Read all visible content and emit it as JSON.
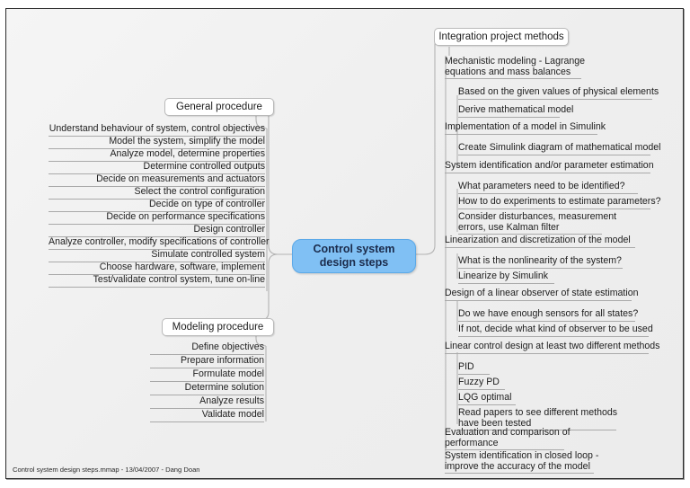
{
  "document": {
    "footer": "Control system design steps.mmap - 13/04/2007 - Dang Doan",
    "accent_color": "#80c0f4",
    "canvas_color": "#f1f1f1",
    "line_color": "#a9a9a9"
  },
  "central": {
    "label": "Control system\ndesign steps",
    "line1": "Control system",
    "line2": "design steps"
  },
  "branches": [
    {
      "id": "general-procedure",
      "label": "General procedure",
      "side": "left",
      "items": [
        {
          "text": "Understand behaviour of system, control objectives"
        },
        {
          "text": "Model the system, simplify the model"
        },
        {
          "text": "Analyze model, determine properties"
        },
        {
          "text": "Determine controlled outputs"
        },
        {
          "text": "Decide on measurements and actuators"
        },
        {
          "text": "Select the control configuration"
        },
        {
          "text": "Decide on type of controller"
        },
        {
          "text": "Decide on performance specifications"
        },
        {
          "text": "Design controller"
        },
        {
          "text": "Analyze controller, modify specifications of controller"
        },
        {
          "text": "Simulate controlled system"
        },
        {
          "text": "Choose hardware, software, implement"
        },
        {
          "text": "Test/validate control system, tune on-line"
        }
      ]
    },
    {
      "id": "modeling-procedure",
      "label": "Modeling procedure",
      "side": "left",
      "items": [
        {
          "text": "Define objectives"
        },
        {
          "text": "Prepare information"
        },
        {
          "text": "Formulate model"
        },
        {
          "text": "Determine solution"
        },
        {
          "text": "Analyze results"
        },
        {
          "text": "Validate model"
        }
      ]
    },
    {
      "id": "integration-project-methods",
      "label": "Integration project methods",
      "side": "right",
      "items": [
        {
          "level": 1,
          "text": "Mechanistic modeling - Lagrange\nequations and mass balances"
        },
        {
          "level": 2,
          "text": "Based on the given values of physical elements"
        },
        {
          "level": 2,
          "text": "Derive mathematical model"
        },
        {
          "level": 1,
          "text": "Implementation of a model in Simulink"
        },
        {
          "level": 2,
          "text": "Create Simulink diagram of mathematical model"
        },
        {
          "level": 1,
          "text": "System identification and/or parameter estimation"
        },
        {
          "level": 2,
          "text": "What parameters need to be identified?"
        },
        {
          "level": 2,
          "text": "How to do experiments to estimate parameters?"
        },
        {
          "level": 2,
          "text": "Consider disturbances, measurement\nerrors, use Kalman filter"
        },
        {
          "level": 1,
          "text": "Linearization and discretization of the model"
        },
        {
          "level": 2,
          "text": "What is the nonlinearity of the system?"
        },
        {
          "level": 2,
          "text": "Linearize by Simulink"
        },
        {
          "level": 1,
          "text": "Design of a linear observer of state estimation"
        },
        {
          "level": 2,
          "text": "Do we have enough sensors for all states?"
        },
        {
          "level": 2,
          "text": "If not, decide what kind of observer to be used"
        },
        {
          "level": 1,
          "text": "Linear control design at least two different methods"
        },
        {
          "level": 2,
          "text": "PID"
        },
        {
          "level": 2,
          "text": "Fuzzy PD"
        },
        {
          "level": 2,
          "text": "LQG optimal"
        },
        {
          "level": 2,
          "text": "Read papers to see different methods\nhave been tested"
        },
        {
          "level": 1,
          "text": "Evaluation and comparison of\nperformance"
        },
        {
          "level": 1,
          "text": "System identification in closed loop -\nimprove the accuracy of the model"
        }
      ]
    }
  ]
}
